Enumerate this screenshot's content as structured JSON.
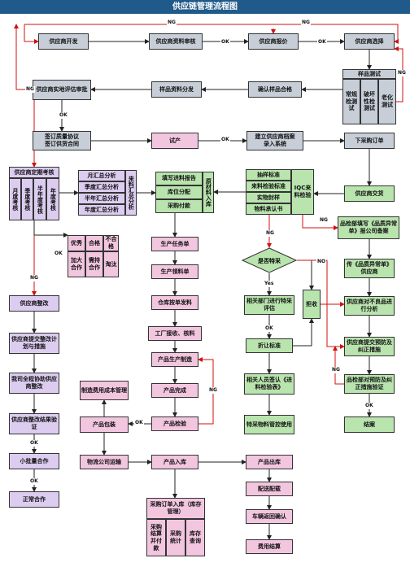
{
  "title": "供应链管理流程图",
  "boxes": {
    "b_dev": "供应商开发",
    "b_review": "供应商资料审核",
    "b_quote": "供应商报价",
    "b_select": "供应商选择",
    "b_sample_test": "样品测试",
    "b_normal_test": "常规检测试",
    "b_destroy_test": "破坏性检测试",
    "b_aging_test": "老化测试",
    "b_confirm": "确认样品合格",
    "b_dist": "样品资料分发",
    "b_onsite": "供应商实地评估审批",
    "b_sign": "签订质量协议\n签订供货合同",
    "b_trial": "试产",
    "b_archive": "建立供应商档案\n录入系统",
    "b_order": "下采购订单",
    "b_periodic": "供应商定期考核",
    "b_month": "月度考核",
    "b_quarter": "季度考核",
    "b_half": "半年度考核",
    "b_year": "年度考核",
    "b_excellent": "优秀",
    "b_qualified": "合格",
    "b_unqualified": "不合格",
    "b_more": "加大合作",
    "b_pending": "需持合作",
    "b_eliminate": "淘汰",
    "b_m_sum": "月汇总分析",
    "b_q_sum": "季度汇总分析",
    "b_h_sum": "半年汇总分析",
    "b_y_sum": "年度汇总分析",
    "b_mat_sum": "来料汇总分析",
    "b_entry_report": "填写进料报告",
    "b_location": "库位分配",
    "b_receive": "采购付款",
    "b_raw_in": "原材料入库",
    "b_sampling": "抽样标准",
    "b_insp_std": "来料检验标准",
    "b_ins_sample": "实物封样",
    "b_cert": "物料承认书",
    "b_iqc": "IQC来料检验",
    "b_deliver": "供应商交货",
    "b_fill_abn": "品检部填写《品质异常单》报公司备案",
    "b_pass_abn": "传《品质异常单》供应商",
    "b_analysis": "供应商对不良品进行分析",
    "b_prevent": "供应商提交预防及纠正措施",
    "b_verify": "品检部对预防及纠正措施验证",
    "b_close": "结案",
    "b_is_mat": "是否特采",
    "b_reject": "拒收",
    "b_dept": "相关部门进行特采评估",
    "b_discount": "折让标准",
    "b_sign_form": "相关人员签认《进料检验表》",
    "b_special": "特采物料管控使用",
    "b_plan": "生产任务单",
    "b_pick": "生产领料单",
    "b_ware_issue": "仓库按单发料",
    "b_factory": "工厂接收、核料",
    "b_produce": "产品生产制造",
    "b_done": "产品完成",
    "b_check": "产品检验",
    "b_cost": "制造费用成本管理",
    "b_pack": "产品包装",
    "b_logistic": "物流公司运输",
    "b_in": "产品入库",
    "b_out": "产品出库",
    "b_dispatch": "配送配载",
    "b_vehicle": "车辆返回确认",
    "b_fee": "费用结算",
    "b_po_in": "采购订单入库（库存管理）",
    "b_po_pay": "采购结算并付款",
    "b_po_stat": "采购统计",
    "b_stock": "库存查询",
    "b_rectify": "供应商整改",
    "b_submit": "供应商提交整改计划与措施",
    "b_assist": "我司全程协助供应商整改",
    "b_result": "供应商整改结果验证",
    "b_small": "小批量合作",
    "b_normal": "正常合作"
  },
  "labels": {
    "ok": "OK",
    "ng": "NG",
    "yes": "Yes",
    "no": "NO"
  }
}
